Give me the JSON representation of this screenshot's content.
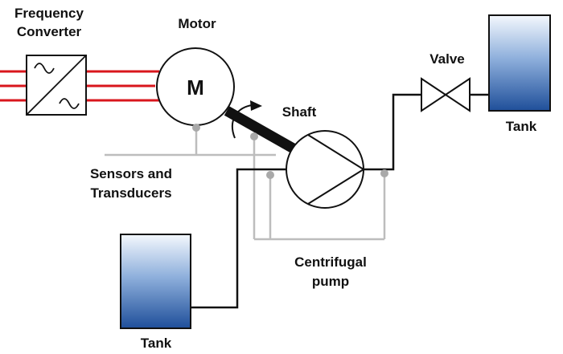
{
  "labels": {
    "frequency_converter_line1": "Frequency",
    "frequency_converter_line2": "Converter",
    "motor": "Motor",
    "motor_symbol": "M",
    "shaft": "Shaft",
    "valve": "Valve",
    "tank_right": "Tank",
    "tank_left": "Tank",
    "sensors_line1": "Sensors and",
    "sensors_line2": "Transducers",
    "pump_line1": "Centrifugal",
    "pump_line2": "pump"
  },
  "icons": {
    "converter_input": "sine-wave",
    "converter_output": "sine-wave"
  },
  "colors": {
    "power_lines": "#d9161c",
    "pipes": "#111111",
    "sensor_lines": "#bdbdbd",
    "sensor_nodes": "#a9a9a9",
    "tank_top": "#f4f8fd",
    "tank_bottom": "#1f4f9a",
    "shaft": "#111111"
  }
}
